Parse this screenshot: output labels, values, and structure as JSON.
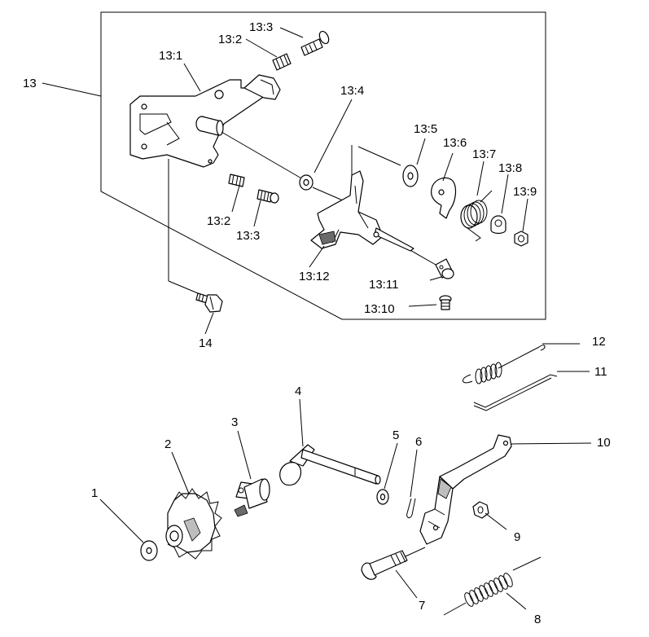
{
  "callouts": {
    "c13": "13",
    "c13_1": "13:1",
    "c13_2a": "13:2",
    "c13_2b": "13:2",
    "c13_3a": "13:3",
    "c13_3b": "13:3",
    "c13_4": "13:4",
    "c13_5": "13:5",
    "c13_6": "13:6",
    "c13_7": "13:7",
    "c13_8": "13:8",
    "c13_9": "13:9",
    "c13_10": "13:10",
    "c13_11": "13:11",
    "c13_12": "13:12",
    "c14": "14",
    "c1": "1",
    "c2": "2",
    "c3": "3",
    "c4": "4",
    "c5": "5",
    "c6": "6",
    "c7": "7",
    "c8": "8",
    "c9": "9",
    "c10": "10",
    "c11": "11",
    "c12": "12"
  }
}
